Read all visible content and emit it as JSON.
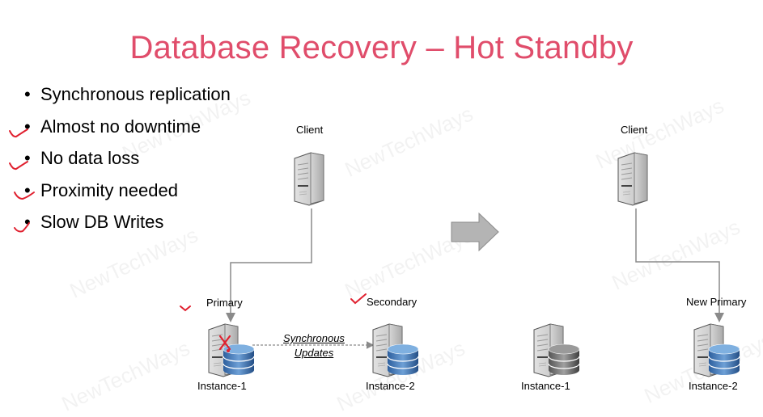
{
  "title": "Database Recovery – Hot Standby",
  "bullets": [
    {
      "text": "Synchronous replication",
      "checked": false
    },
    {
      "text": "Almost no downtime",
      "checked": true
    },
    {
      "text": "No data loss",
      "checked": true
    },
    {
      "text": "Proximity needed",
      "checked": true
    },
    {
      "text": "Slow DB Writes",
      "checked": true
    }
  ],
  "before": {
    "client_label": "Client",
    "primary_label": "Primary",
    "secondary_label": "Secondary",
    "instance1_label": "Instance-1",
    "instance2_label": "Instance-2",
    "replication_label_line1": "Synchronous",
    "replication_label_line2": "Updates",
    "primary_status": "failed"
  },
  "after": {
    "client_label": "Client",
    "new_primary_label": "New Primary",
    "instance1_label": "Instance-1",
    "instance2_label": "Instance-2"
  },
  "watermark": "NewTechWays",
  "colors": {
    "title": "#e04d6b",
    "annotation": "#e0202f",
    "db_active": "#3f7bbd",
    "db_inactive": "#6b6b6b",
    "connector": "#8a8a8a",
    "arrow_fill": "#b4b4b4"
  }
}
